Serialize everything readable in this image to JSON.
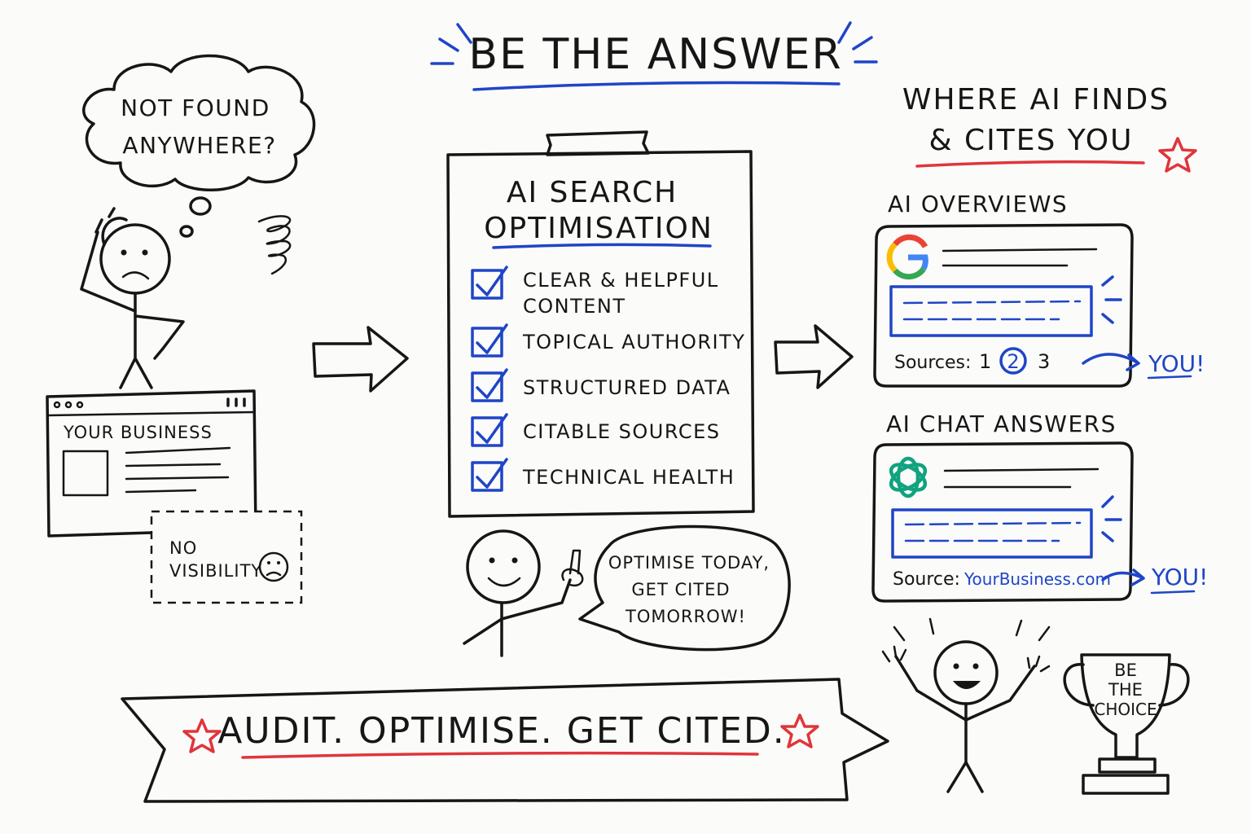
{
  "title": "BE THE ANSWER",
  "left": {
    "thought": [
      "NOT FOUND",
      "ANYWHERE?"
    ],
    "browser_label": "YOUR BUSINESS",
    "visibility_note": [
      "NO",
      "VISIBILITY"
    ]
  },
  "checklist": {
    "title_lines": [
      "AI SEARCH",
      "OPTIMISATION"
    ],
    "items": [
      {
        "lines": [
          "CLEAR & HELPFUL",
          "CONTENT"
        ],
        "checked": true
      },
      {
        "lines": [
          "TOPICAL AUTHORITY"
        ],
        "checked": true
      },
      {
        "lines": [
          "STRUCTURED DATA"
        ],
        "checked": true
      },
      {
        "lines": [
          "CITABLE SOURCES"
        ],
        "checked": true
      },
      {
        "lines": [
          "TECHNICAL HEALTH"
        ],
        "checked": true
      }
    ]
  },
  "speech": [
    "OPTIMISE TODAY,",
    "GET CITED",
    "TOMORROW!"
  ],
  "right": {
    "heading_lines": [
      "WHERE AI FINDS",
      "& CITES YOU"
    ],
    "overviews": {
      "label": "AI OVERVIEWS",
      "sources_label": "Sources:",
      "sources": [
        "1",
        "2",
        "3"
      ],
      "highlighted_source": "2",
      "you": "YOU!"
    },
    "chat": {
      "label": "AI CHAT ANSWERS",
      "source_label": "Source:",
      "source_value": "YourBusiness.com",
      "you": "YOU!"
    }
  },
  "trophy": [
    "BE",
    "THE",
    "CHOICE"
  ],
  "banner": "AUDIT. OPTIMISE. GET CITED.",
  "colors": {
    "ink": "#161616",
    "blue": "#1f45c7",
    "red": "#e0353a",
    "google_blue": "#4285f4",
    "google_red": "#ea4335",
    "google_yellow": "#fbbc05",
    "google_green": "#34a853",
    "openai_green": "#10a37f"
  }
}
